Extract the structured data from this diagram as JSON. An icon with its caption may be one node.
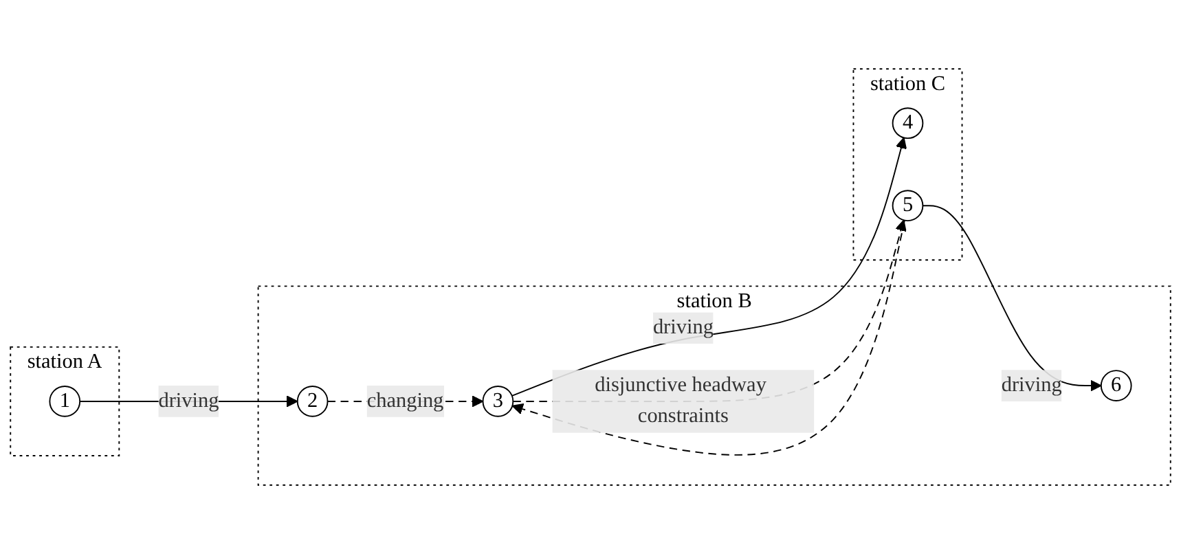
{
  "diagram": {
    "nodes": [
      {
        "text": [
          "station A"
        ]
      },
      {
        "text": [
          "1"
        ],
        "in": 0
      },
      {
        "text": [
          "station B"
        ]
      },
      {
        "text": [
          "2"
        ],
        "in": 2
      },
      {
        "text": [
          "3"
        ],
        "in": 2
      },
      {
        "text": [
          "6"
        ],
        "in": 2
      },
      {
        "text": [
          "station C"
        ]
      },
      {
        "text": [
          "4"
        ],
        "in": 6
      },
      {
        "text": [
          "5"
        ],
        "in": 6
      }
    ],
    "edges": [
      {
        "from": 1,
        "to": 3,
        "arrow": "to",
        "label": "driving"
      },
      {
        "from": 3,
        "to": 4,
        "arrow": "to",
        "label": "changing",
        "style": "dashed"
      },
      {
        "from": 4,
        "to": 7,
        "arrow": "to",
        "label": "driving"
      },
      {
        "from": 4,
        "to": 8,
        "arrow": "to",
        "label": "disjunctive headway constraints",
        "style": "dashed"
      },
      {
        "from": 8,
        "to": 4,
        "arrow": "to",
        "style": "dashed"
      },
      {
        "from": 8,
        "to": 5,
        "arrow": "to",
        "label": "driving"
      }
    ]
  }
}
